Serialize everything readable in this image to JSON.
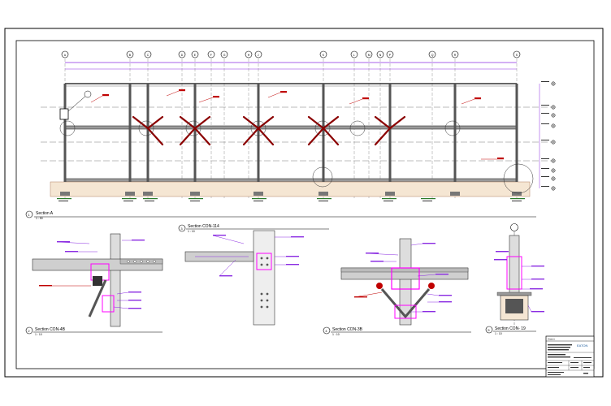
{
  "sheet": {
    "main_section": {
      "number": "1",
      "title": "Section A",
      "scale": "1 : 50"
    },
    "grid_bubbles": [
      "A",
      "B",
      "C",
      "D",
      "E",
      "F",
      "G",
      "H",
      "J",
      "K",
      "L",
      "M",
      "N",
      "P",
      "Q",
      "R",
      "S",
      "T"
    ],
    "details": [
      {
        "key": "con4b",
        "number": "2",
        "title": "Section CON-4B",
        "scale": "1 : 10"
      },
      {
        "key": "con114",
        "number": "3",
        "title": "Section CON-114",
        "scale": "1 : 10"
      },
      {
        "key": "con3b",
        "number": "4",
        "title": "Section CON-3B",
        "scale": "1 : 10"
      },
      {
        "key": "con19",
        "number": "5",
        "title": "Section CON- 19",
        "scale": "1 : 10"
      }
    ],
    "title_block": {
      "label": "Owner",
      "logo": "EATON"
    }
  },
  "colors": {
    "annotation_red": "#c00000",
    "dimension_purple": "#8a2be2",
    "brace_dark_red": "#8b0000",
    "concrete_fill": "#f5e6d3",
    "deck_gray": "#9a9a9a"
  }
}
